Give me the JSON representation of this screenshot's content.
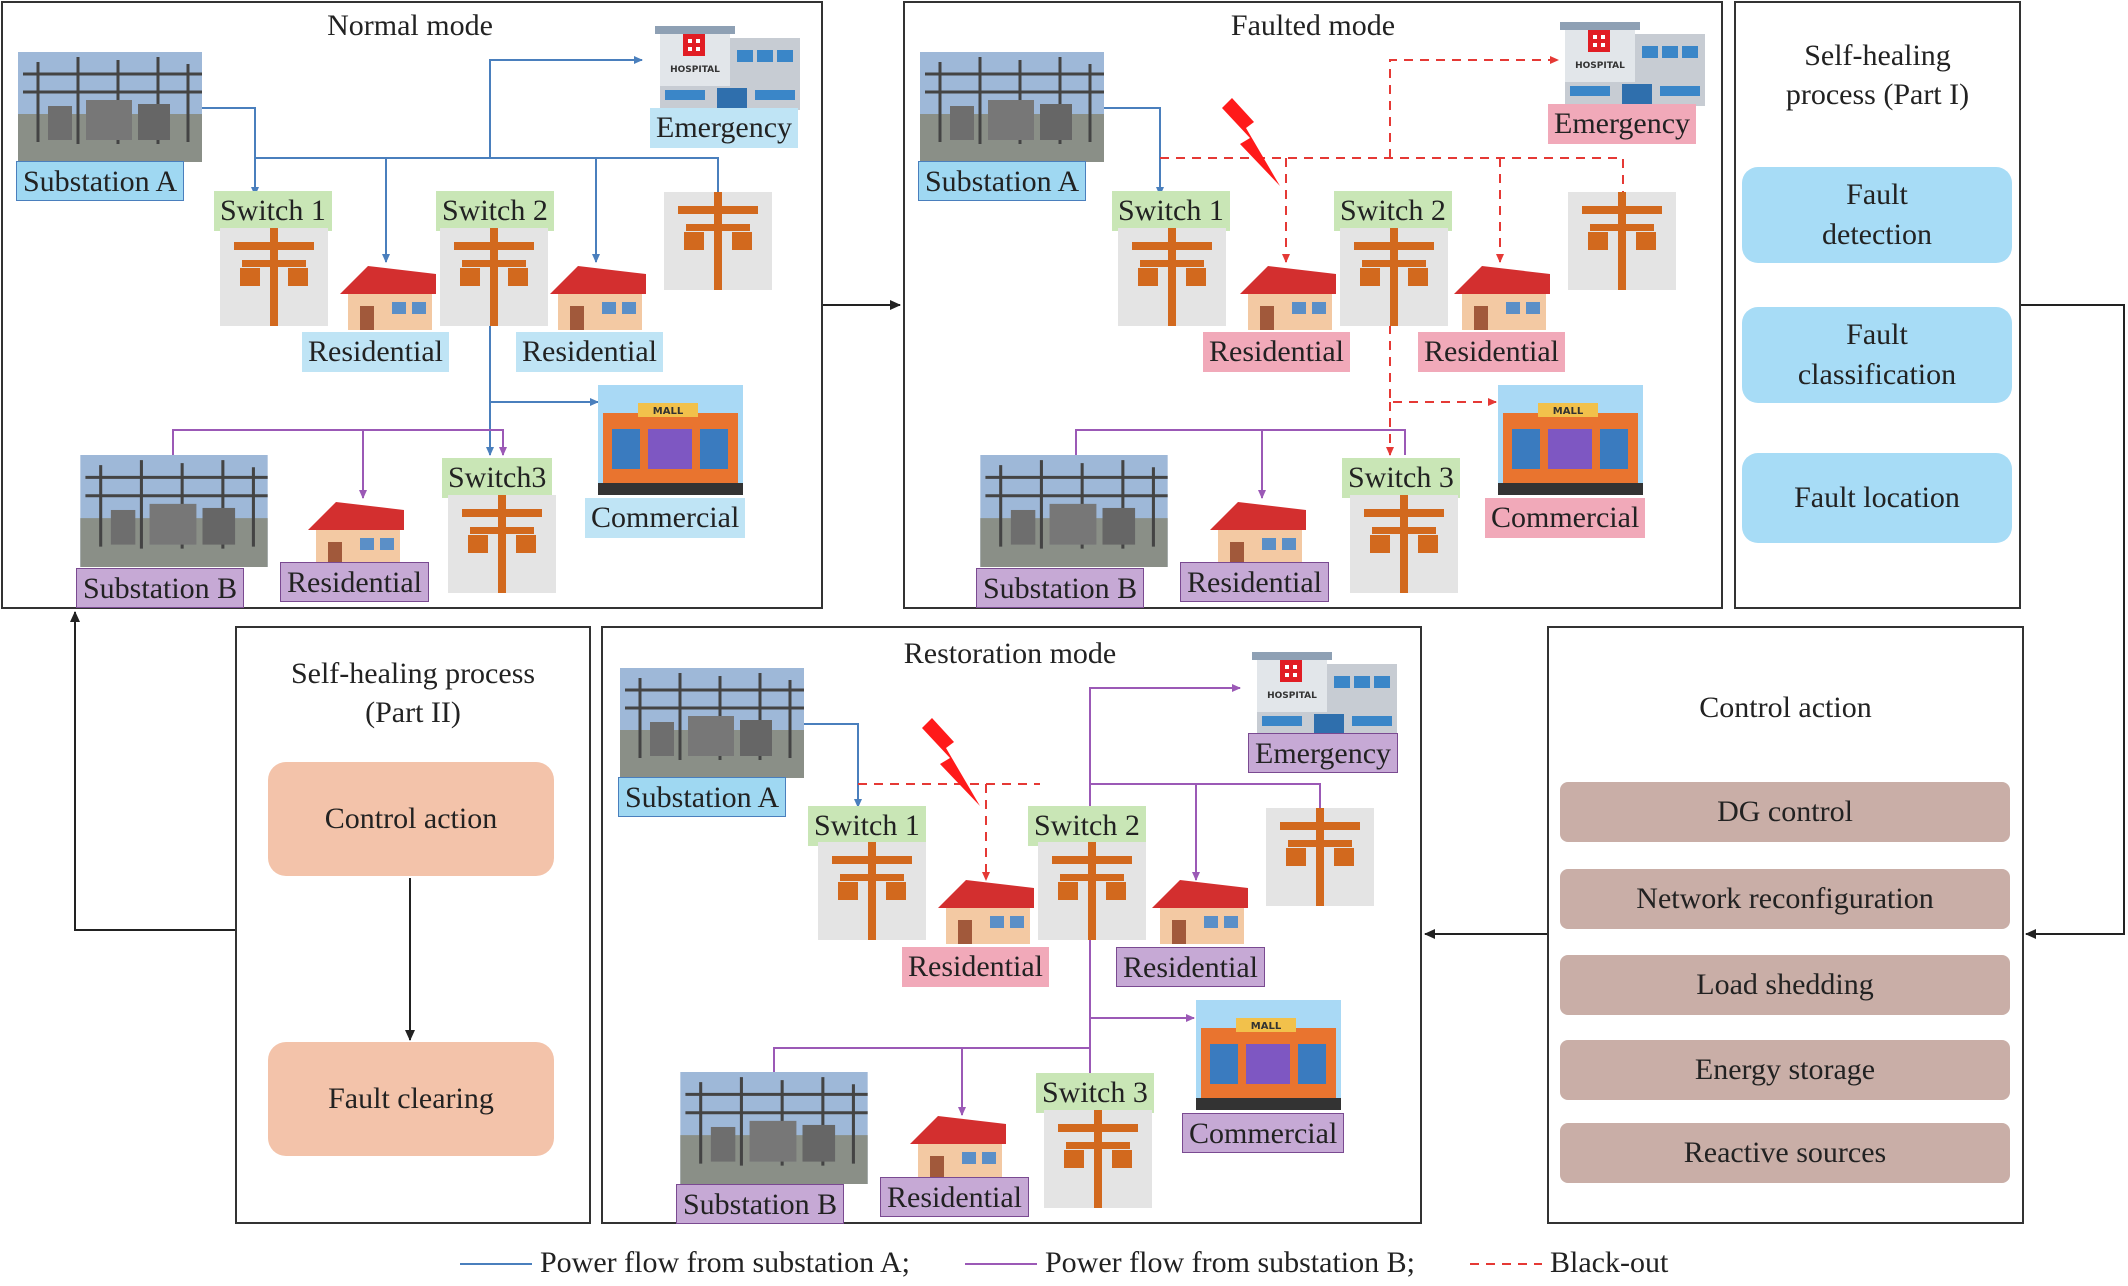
{
  "modes": {
    "normal": {
      "title": "Normal mode"
    },
    "faulted": {
      "title": "Faulted mode"
    },
    "restoration": {
      "title": "Restoration mode"
    }
  },
  "labels": {
    "substation_a": "Substation A",
    "substation_b": "Substation B",
    "switch_1": "Switch 1",
    "switch_2": "Switch 2",
    "switch_3_normal": "Switch3",
    "switch_3": "Switch 3",
    "residential": "Residential",
    "emergency": "Emergency",
    "commercial": "Commercial",
    "hospital_sign": "HOSPITAL",
    "mall_sign": "MALL"
  },
  "part1": {
    "title_line1": "Self-healing",
    "title_line2": "process (Part I)",
    "steps": [
      {
        "line1": "Fault",
        "line2": "detection"
      },
      {
        "line1": "Fault",
        "line2": "classification"
      },
      {
        "line1": "Fault location",
        "line2": ""
      }
    ]
  },
  "part2": {
    "title_line1": "Self-healing process",
    "title_line2": "(Part II)",
    "steps": [
      "Control action",
      "Fault clearing"
    ]
  },
  "control": {
    "title": "Control action",
    "items": [
      "DG control",
      "Network reconfiguration",
      "Load shedding",
      "Energy storage",
      "Reactive sources"
    ]
  },
  "legend": {
    "a": "Power flow from substation A;",
    "b": "Power flow from substation B;",
    "blackout": "Black-out"
  },
  "colors": {
    "flow_a": "#4a7fbd",
    "flow_b": "#9b59b6",
    "blackout": "#e53935",
    "pole": "#d2691e",
    "roof": "#d32f2f"
  }
}
